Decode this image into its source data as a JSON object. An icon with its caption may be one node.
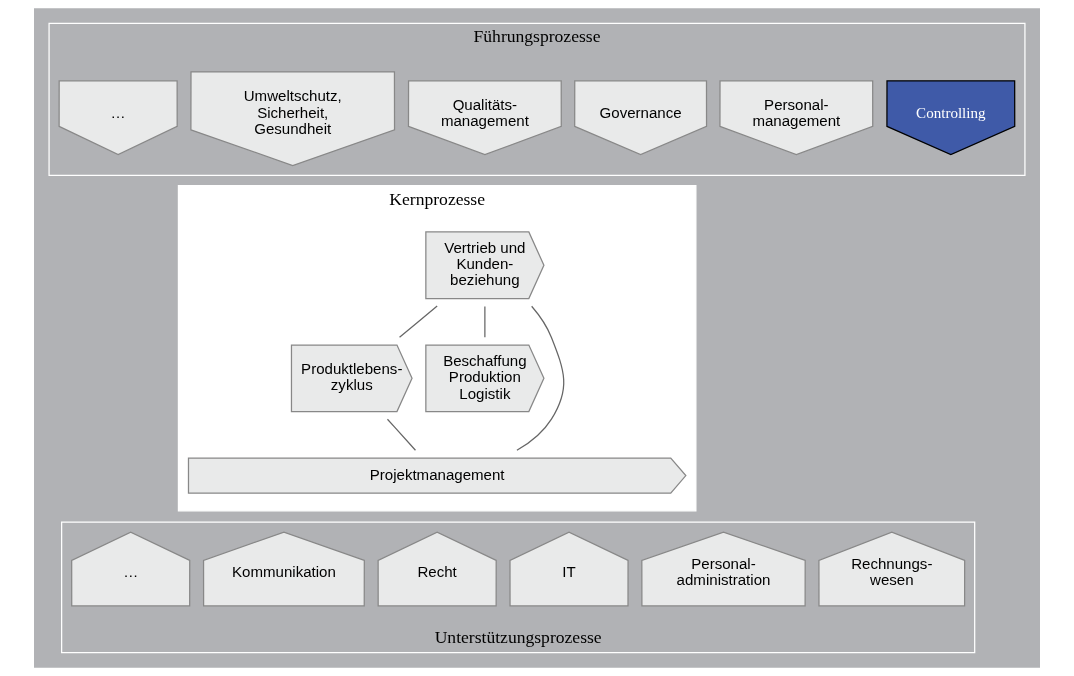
{
  "diagram": {
    "nodes": [
      {
        "text": [
          "Führungsprozesse"
        ]
      },
      {
        "text": [
          "Controlling"
        ],
        "in": 0
      },
      {
        "text": [
          "Personal- management"
        ],
        "in": 0
      },
      {
        "text": [
          "Governance"
        ],
        "in": 0
      },
      {
        "text": [
          "Qualitäts- management"
        ],
        "in": 0
      },
      {
        "text": [
          "Umweltschutz, Sicherheit, Gesundheit"
        ],
        "in": 0
      },
      {
        "text": [
          "…"
        ],
        "in": 0
      },
      {
        "text": [
          "Kernprozesse"
        ]
      },
      {
        "text": [
          "Vertrieb und Kunden- beziehung"
        ],
        "in": 7
      },
      {
        "text": [
          "Produktlebens- zyklus"
        ],
        "in": 7
      },
      {
        "text": [
          "Beschaffung Produktion Logistik"
        ],
        "in": 7
      },
      {
        "text": [
          "Projektmanagement"
        ],
        "in": 7
      },
      {
        "text": [
          "Unterstützungsprozesse"
        ]
      },
      {
        "text": [
          "Rechnungs- wesen"
        ],
        "in": 12
      },
      {
        "text": [
          "Personal- administration"
        ],
        "in": 12
      },
      {
        "text": [
          "IT"
        ],
        "in": 12
      },
      {
        "text": [
          "Recht"
        ],
        "in": 12
      },
      {
        "text": [
          "Kommunikation"
        ],
        "in": 12
      },
      {
        "text": [
          "…"
        ],
        "in": 12
      }
    ],
    "edges": [
      {
        "from": 8,
        "to": 9,
        "arrow": "none"
      },
      {
        "from": 8,
        "to": 10,
        "arrow": "none"
      },
      {
        "from": 8,
        "to": 11,
        "arrow": "none"
      },
      {
        "from": 9,
        "to": 11,
        "arrow": "none"
      }
    ]
  }
}
